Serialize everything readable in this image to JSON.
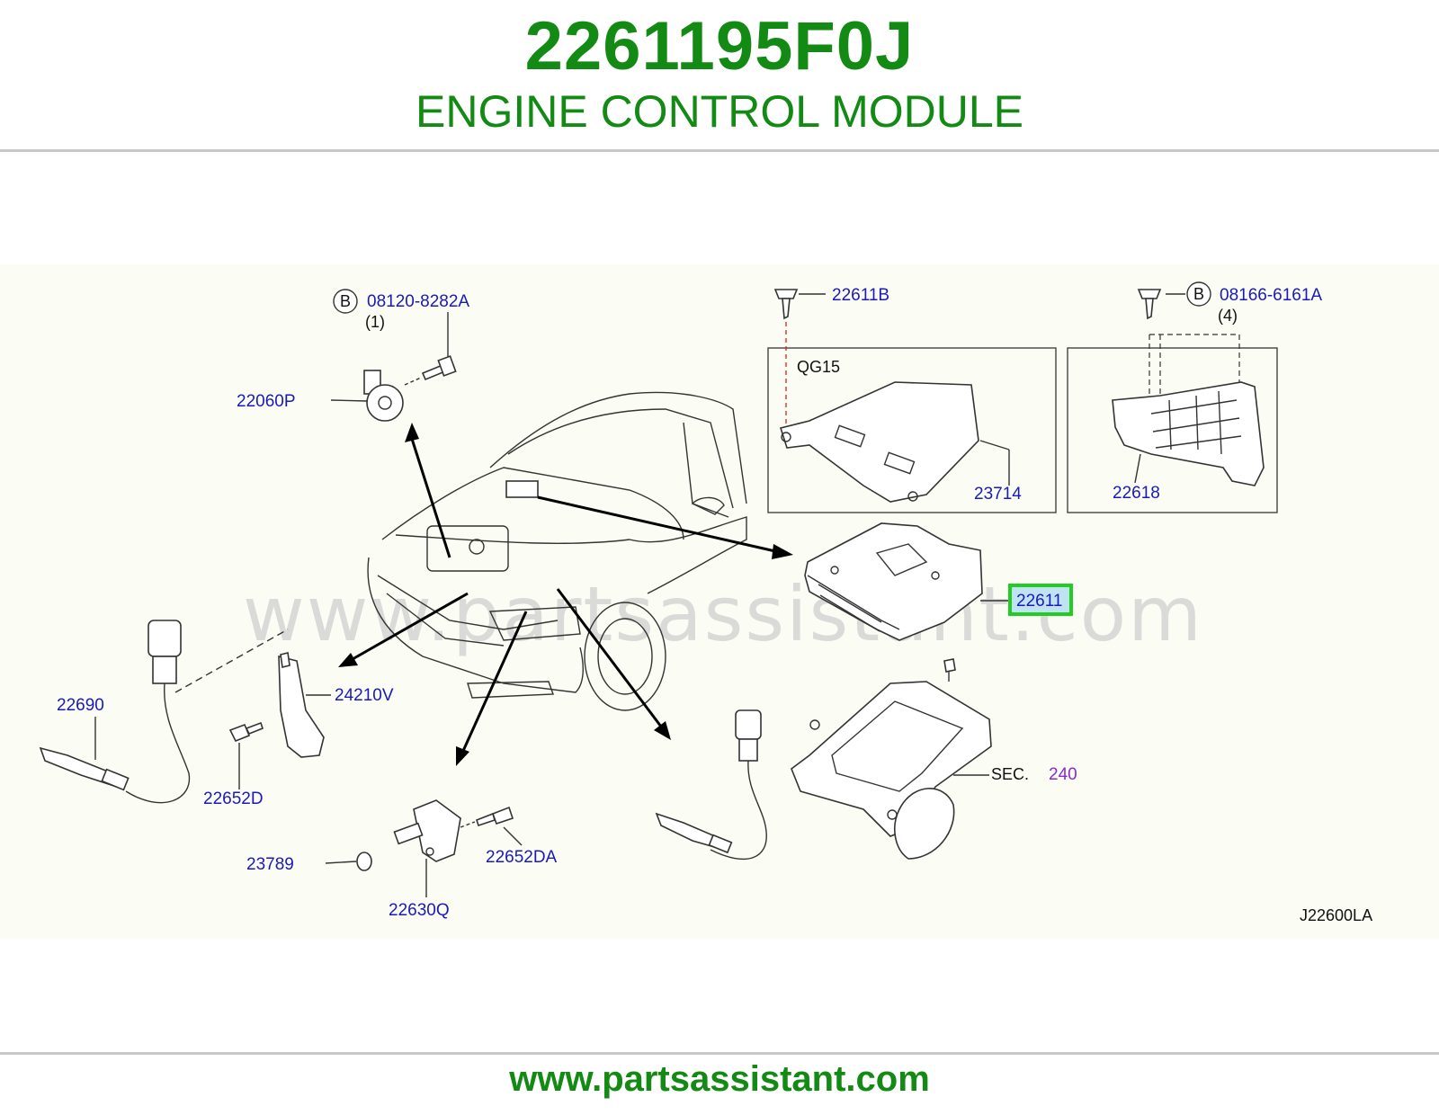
{
  "header": {
    "part_number": "2261195F0J",
    "part_name": "ENGINE CONTROL MODULE"
  },
  "footer": {
    "url": "www.partsassistant.com"
  },
  "watermark": "www.partsassistant.com",
  "colors": {
    "title_green": "#138a13",
    "label_blue": "#1a1ab8",
    "highlight_green": "#22cc22",
    "highlight_fill": "#bfe3f3",
    "sec_purple": "#8a2bd0"
  },
  "diagram": {
    "code": "J22600LA",
    "labels": {
      "bolt_1": "08120-8282A",
      "bolt_1_badge": "B",
      "bolt_1_qty": "(1)",
      "knock_sensor": "22060P",
      "screw": "22611B",
      "qg15": "QG15",
      "bracket_23714": "23714",
      "bolt_2": "08166-6161A",
      "bolt_2_badge": "B",
      "bolt_2_qty": "(4)",
      "bracket_22618": "22618",
      "ecm": "22611",
      "o2_front": "22690",
      "bracket_24210v": "24210V",
      "bolt_22652d": "22652D",
      "oring": "23789",
      "cam_sensor": "22630Q",
      "bolt_22652da": "22652DA",
      "sec_prefix": "SEC.",
      "sec_number": "240"
    }
  }
}
